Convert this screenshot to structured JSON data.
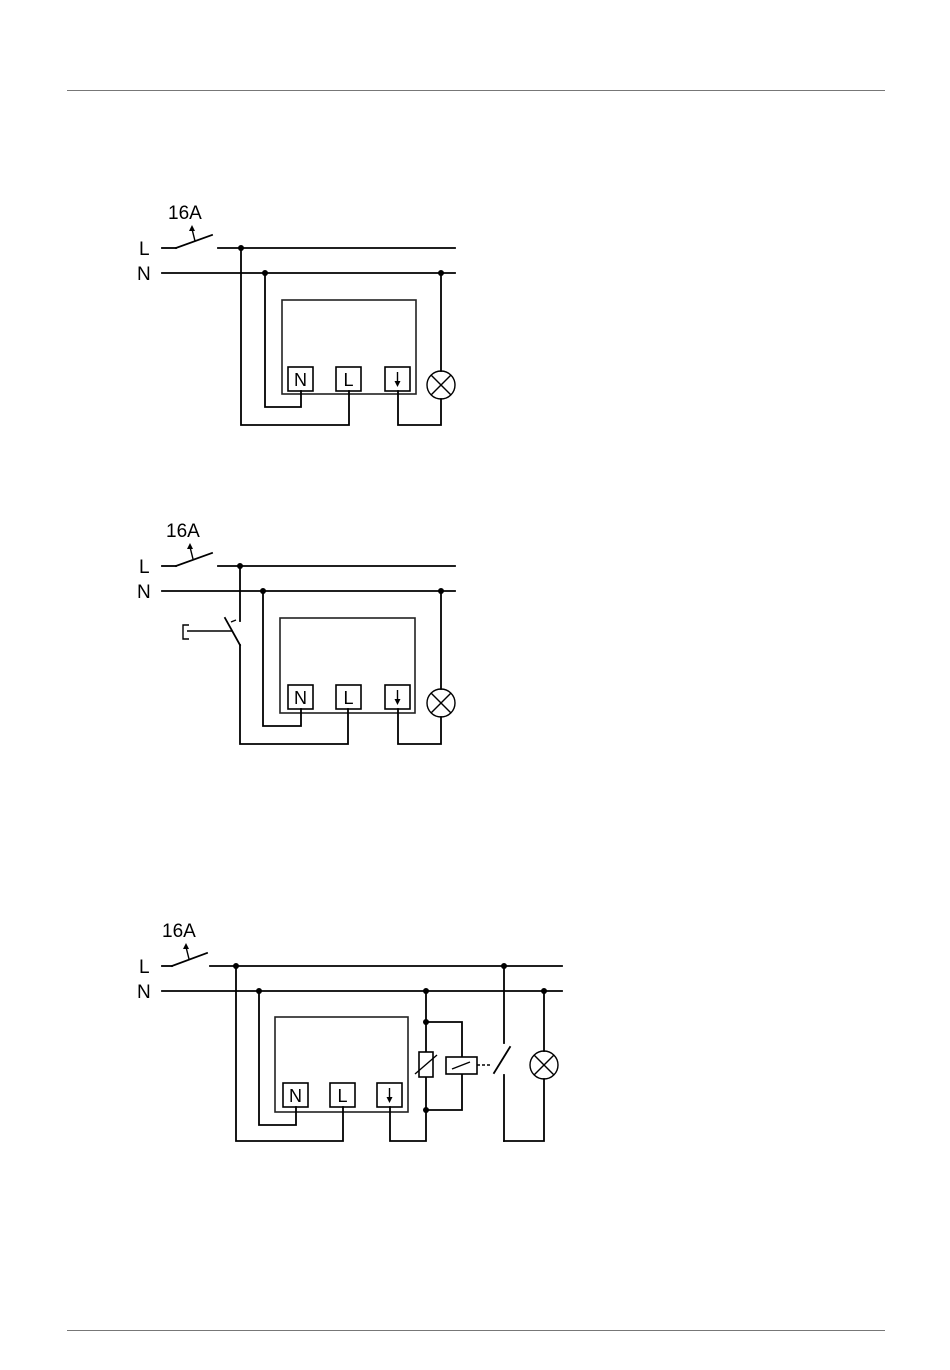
{
  "labels": {
    "phase": "L",
    "neutral": "N",
    "breaker": "16A",
    "terminal_n": "N",
    "terminal_l": "L"
  },
  "diagrams": [
    {
      "variant": "direct"
    },
    {
      "variant": "pushbutton"
    },
    {
      "variant": "contactor"
    }
  ],
  "icons": [
    "circuit-breaker-icon",
    "lamp-icon",
    "output-terminal-icon",
    "pushbutton-icon",
    "contactor-coil-icon",
    "contact-icon"
  ]
}
